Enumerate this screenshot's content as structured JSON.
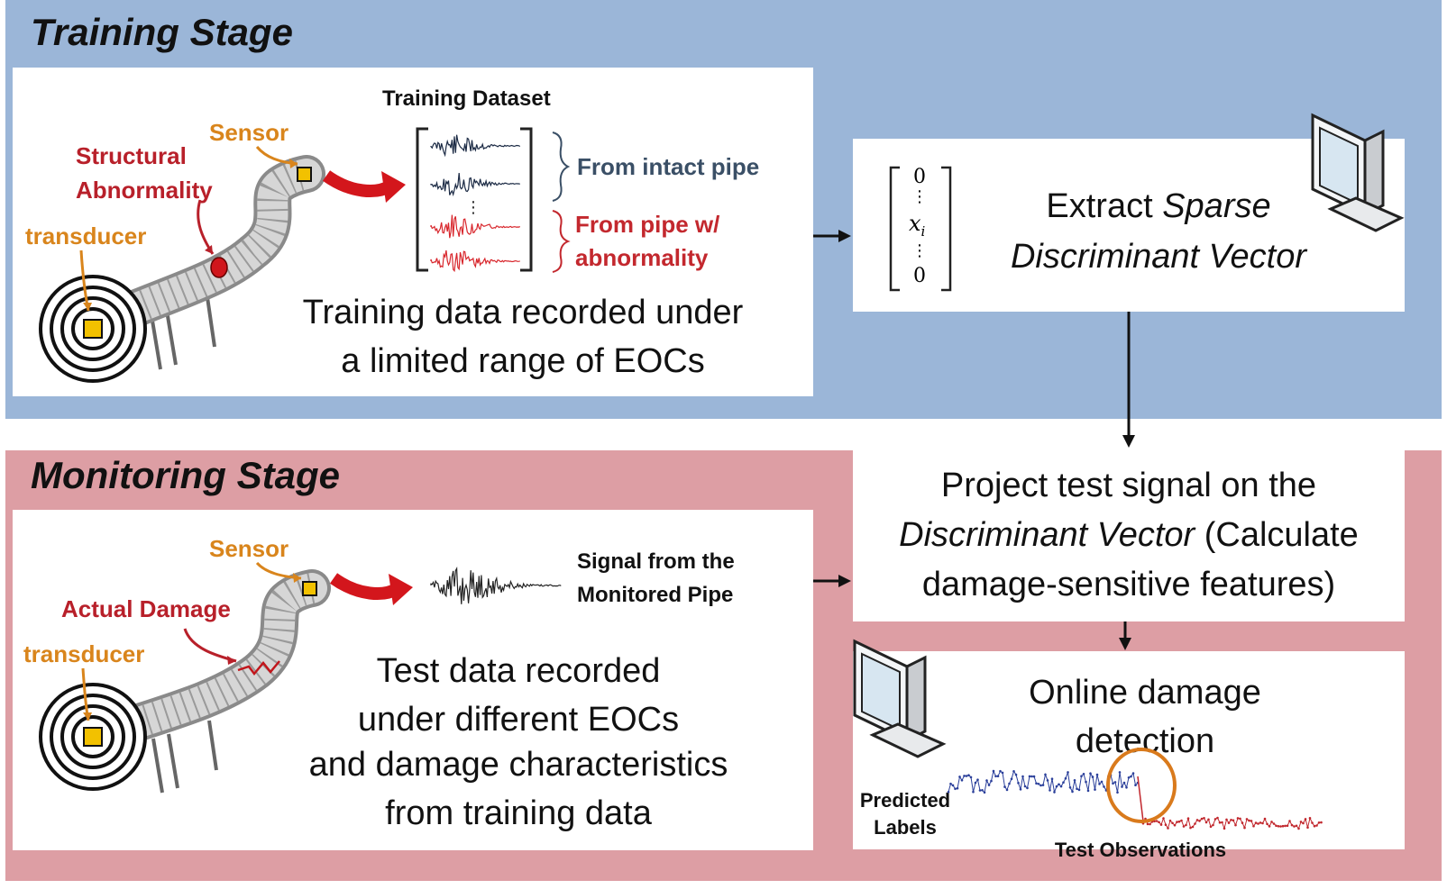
{
  "colors": {
    "training_band": "#9bb6d8",
    "monitoring_band": "#dd9ea4",
    "sensor_label": "#d9851c",
    "abnormality_label": "#b8202a",
    "intact_label": "#3a4f66",
    "abnormal_label": "#c3282e",
    "signal_intact": "#1b2a44",
    "signal_abnormal": "#d8262c",
    "arrow_red": "#d3161c",
    "prediction_before": "#2a3f9a",
    "prediction_after": "#c1272d",
    "highlight_circle": "#d97a1c"
  },
  "training": {
    "title": "Training Stage",
    "dataset_title": "Training Dataset",
    "sensor_label": "Sensor",
    "abnormality_label_1": "Structural",
    "abnormality_label_2": "Abnormality",
    "transducer_label": "transducer",
    "intact_label": "From intact pipe",
    "abnormal_label_1": "From pipe w/",
    "abnormal_label_2": "abnormality",
    "caption_1": "Training data recorded under",
    "caption_2": "a limited range of EOCs"
  },
  "vector": {
    "top": "0",
    "dots": "⋮",
    "middle": "x",
    "subscript": "i",
    "bottom": "0"
  },
  "extract": {
    "line1_prefix": "Extract ",
    "line1_italic": "Sparse",
    "line2_italic": "Discriminant Vector"
  },
  "monitoring": {
    "title": "Monitoring Stage",
    "sensor_label": "Sensor",
    "damage_label": "Actual Damage",
    "transducer_label": "transducer",
    "signal_label_1": "Signal from the",
    "signal_label_2": "Monitored Pipe",
    "caption_1": "Test data recorded",
    "caption_2": "under different EOCs",
    "caption_3": "and damage characteristics",
    "caption_4": "from training data"
  },
  "project": {
    "line1": "Project test signal on the",
    "line2_italic": "Discriminant Vector",
    "line2_rest": " (Calculate",
    "line3": "damage-sensitive features)"
  },
  "online": {
    "line1": "Online damage",
    "line2": "detection",
    "y_label_1": "Predicted",
    "y_label_2": "Labels",
    "x_label": "Test Observations"
  }
}
